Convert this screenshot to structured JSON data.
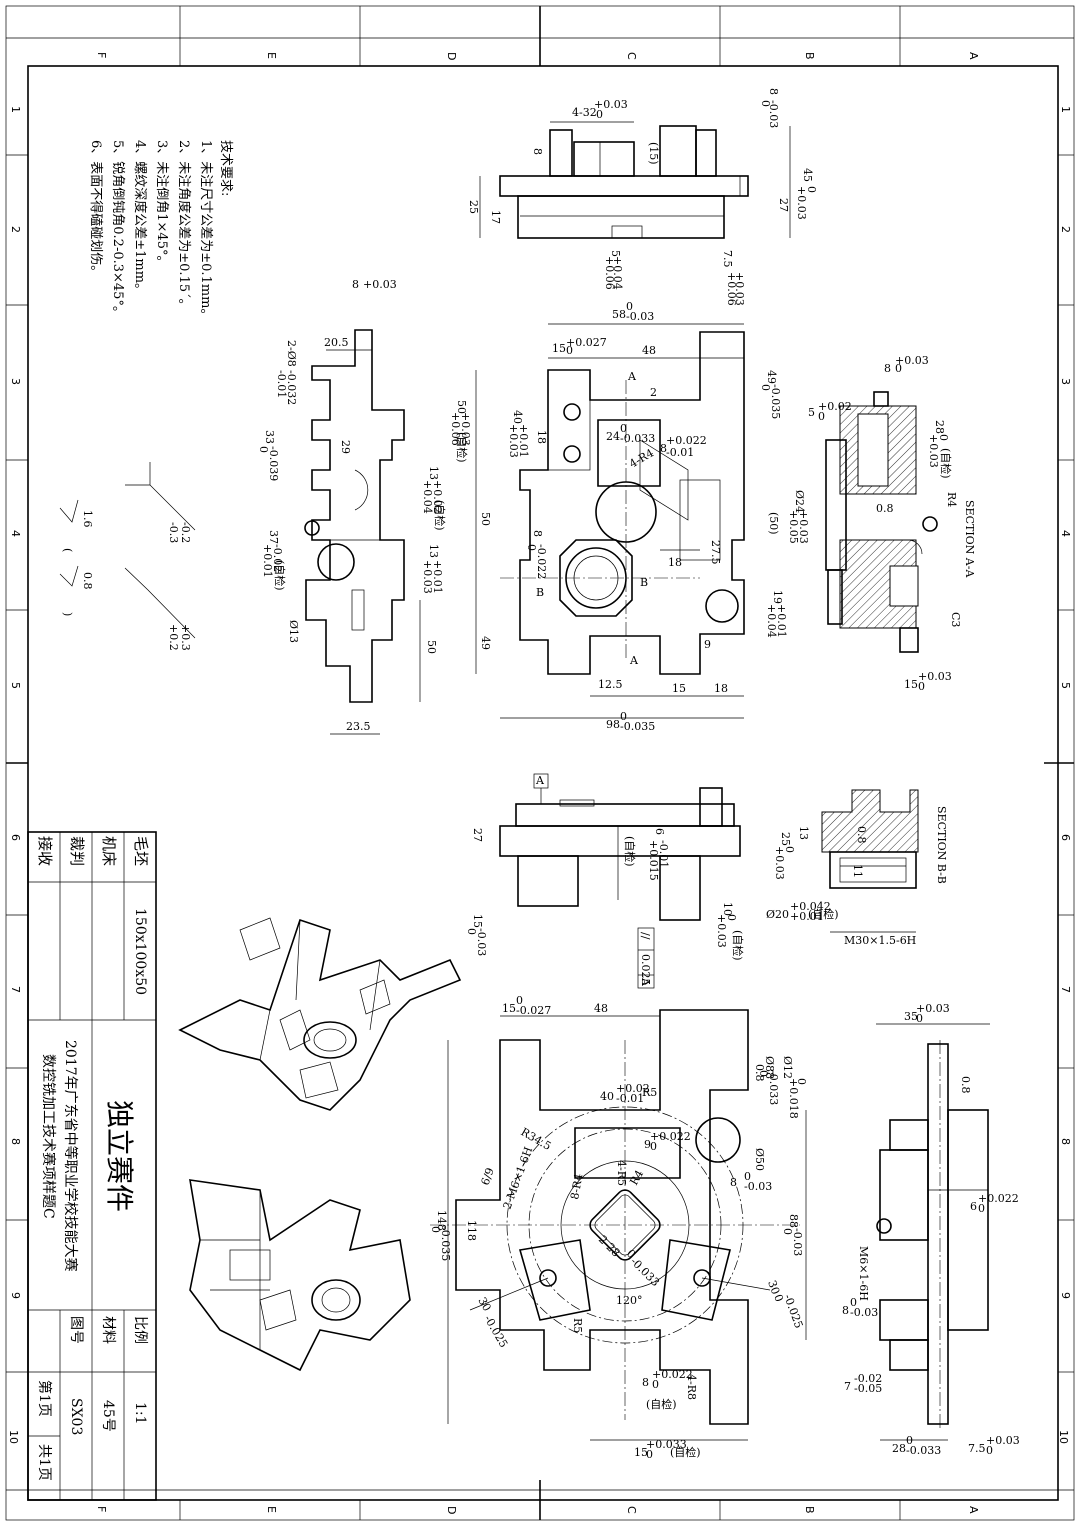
{
  "zone_letters": [
    "F",
    "E",
    "D",
    "C",
    "B",
    "A"
  ],
  "zone_numbers": [
    "1",
    "2",
    "3",
    "4",
    "5",
    "6",
    "7",
    "8",
    "9",
    "10"
  ],
  "tech_requirements": {
    "title": "技术要求:",
    "items": [
      "1、未注尺寸公差为±0.1mm。",
      "2、未注角度公差为±0.15´。",
      "3、未注倒角1×45°。",
      "4、螺纹深度公差±1mm。",
      "5、锐角倒钝角0.2-0.3×45°。",
      "6、表面不得磕碰划伤。"
    ]
  },
  "roughness": {
    "r1": "1.6",
    "r2": "0.8",
    "tol_a": "-0.2",
    "tol_b": "-0.3",
    "tol_c": "+0.3",
    "tol_d": "+0.2"
  },
  "title_block": {
    "blank_label": "毛坯",
    "blank_value": "150x100x50",
    "machine_label": "机床",
    "judge_label": "裁判",
    "accept_label": "接收",
    "part_title": "独立赛件",
    "contest_line1": "2017年广东省中等职业学校技能大赛",
    "contest_line2": "数控铣加工技术赛项样题C",
    "scale_label": "比例",
    "scale_value": "1:1",
    "material_label": "材料",
    "material_value": "45号",
    "drawing_no_label": "图号",
    "drawing_no_value": "SX03",
    "page_label": "第1页",
    "total_label": "共1页"
  },
  "dims": {
    "top_view": [
      "4-32",
      "+0.03",
      "0",
      "8",
      "0",
      "-0.03",
      "(15)",
      "8",
      "45",
      "+0.03",
      "0",
      "27",
      "25",
      "17",
      "5",
      "+0.06",
      "+0.04",
      "7.5",
      "+0.06",
      "+0.03"
    ],
    "main_view": [
      "58",
      "0",
      "-0.03",
      "15",
      "+0.027",
      "0",
      "48",
      "49",
      "0",
      "-0.035",
      "50",
      "+0.06",
      "+0.03",
      "(自检)",
      "40",
      "+0.03",
      "+0.01",
      "18",
      "24",
      "0",
      "-0.033",
      "8",
      "+0.022",
      "-0.01",
      "4-R4",
      "50",
      "8",
      "0",
      "-0.022",
      "(50)",
      "Ø24",
      "+0.05",
      "+0.03",
      "18",
      "27.5",
      "19",
      "+0.04",
      "+0.01",
      "49",
      "9",
      "12.5",
      "15",
      "18",
      "98",
      "0",
      "-0.035",
      "A",
      "B",
      "2"
    ],
    "left_view": [
      "8",
      "+0.03",
      "0",
      "20.5",
      "2-Ø8",
      "-0.01",
      "-0.032",
      "33",
      "0",
      "-0.039",
      "29",
      "13",
      "+0.04",
      "+0.02",
      "(自检)",
      "37",
      "+0.01",
      "-0.02",
      "(自检)",
      "13",
      "+0.03",
      "+0.01",
      "Ø13",
      "50",
      "23.5"
    ],
    "section_aa": [
      "SECTION A-A",
      "8",
      "+0.03",
      "0",
      "5",
      "+0.02",
      "0",
      "28",
      "+0.03",
      "0",
      "(自检)",
      "R4",
      "0.8",
      "C3",
      "15",
      "+0.03",
      "0"
    ],
    "front_view": [
      "A",
      "27",
      "6",
      "+0.015",
      "-0.01",
      "(自检)",
      "15",
      "0",
      "-0.03",
      "10",
      "+0.03",
      "0",
      "(自检)",
      "0.025",
      "A"
    ],
    "section_bb": [
      "SECTION B-B",
      "13",
      "25",
      "+0.03",
      "0",
      "0.8",
      "11",
      "Ø20",
      "+0.042",
      "+0.01",
      "(自检)",
      "M30×1.5-6H"
    ],
    "bottom_view": [
      "15",
      "0",
      "-0.027",
      "48",
      "Ø12",
      "+0.018",
      "0",
      "Ø88",
      "0",
      "-0.033",
      "0.8",
      "40",
      "+0.02",
      "-0.01",
      "R5",
      "R34.5",
      "9",
      "+0.022",
      "0",
      "4-R5",
      "Ø50",
      "8",
      "0",
      "-0.03",
      "R4",
      "2-M6×1-6H",
      "6/9",
      "8-R4",
      "148",
      "0",
      "-0.035",
      "118",
      "2-28",
      "0",
      "-0.033",
      "88",
      "0",
      "-0.03",
      "120°",
      "30",
      "-0.025",
      "30",
      "0",
      "-0.025",
      "R5",
      "8",
      "+0.022",
      "0",
      "4-R8",
      "(自检)",
      "15",
      "+0.033",
      "0",
      "(自检)"
    ],
    "side_view": [
      "35",
      "+0.03",
      "0",
      "0.8",
      "6",
      "+0.022",
      "0",
      "M6×1-6H",
      "8",
      "0",
      "-0.03",
      "7",
      "-0.02",
      "-0.05",
      "28",
      "0",
      "-0.033",
      "7.5",
      "+0.03",
      "0"
    ]
  }
}
